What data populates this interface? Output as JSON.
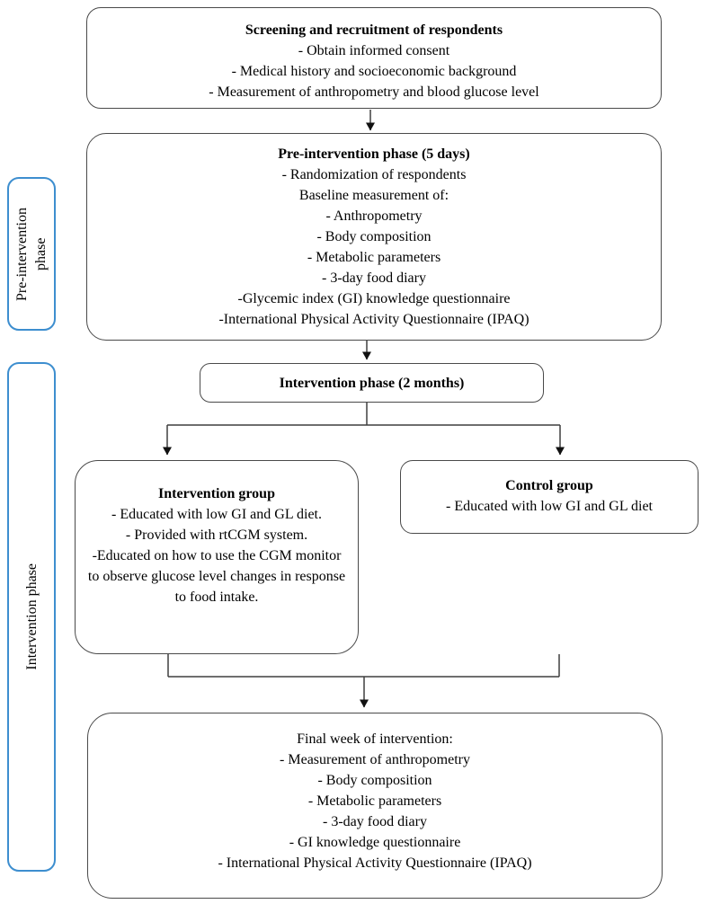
{
  "colors": {
    "box_border": "#4a4a4a",
    "phase_label_border": "#3d8ecf",
    "connector": "#3f3f3f",
    "text": "#000000",
    "background": "#ffffff"
  },
  "boxes": {
    "screening": {
      "title": "Screening and recruitment of respondents",
      "lines": [
        "- Obtain informed consent",
        "- Medical history and socioeconomic background",
        "- Measurement of anthropometry and blood glucose level"
      ]
    },
    "pre_intervention": {
      "title": "Pre-intervention phase (5 days)",
      "lines": [
        "- Randomization of respondents",
        "Baseline measurement of:",
        "- Anthropometry",
        "- Body composition",
        "- Metabolic parameters",
        "- 3-day food diary",
        "-Glycemic index (GI) knowledge questionnaire",
        "-International Physical Activity Questionnaire (IPAQ)"
      ]
    },
    "intervention_phase": {
      "title": "Intervention phase (2 months)"
    },
    "intervention_group": {
      "title": "Intervention group",
      "lines": [
        "- Educated with low GI and GL diet.",
        "- Provided with rtCGM system.",
        "-Educated on how to use the CGM monitor to observe glucose level changes in response to food intake."
      ]
    },
    "control_group": {
      "title": "Control group",
      "lines": [
        "- Educated with low GI and GL diet"
      ]
    },
    "final": {
      "title": "Final week of intervention:",
      "lines": [
        "- Measurement of anthropometry",
        "- Body composition",
        "- Metabolic parameters",
        "- 3-day food diary",
        "- GI knowledge questionnaire",
        "- International Physical Activity Questionnaire (IPAQ)"
      ]
    }
  },
  "side_labels": {
    "pre": "Pre-intervention\nphase",
    "intervention": "Intervention phase"
  }
}
